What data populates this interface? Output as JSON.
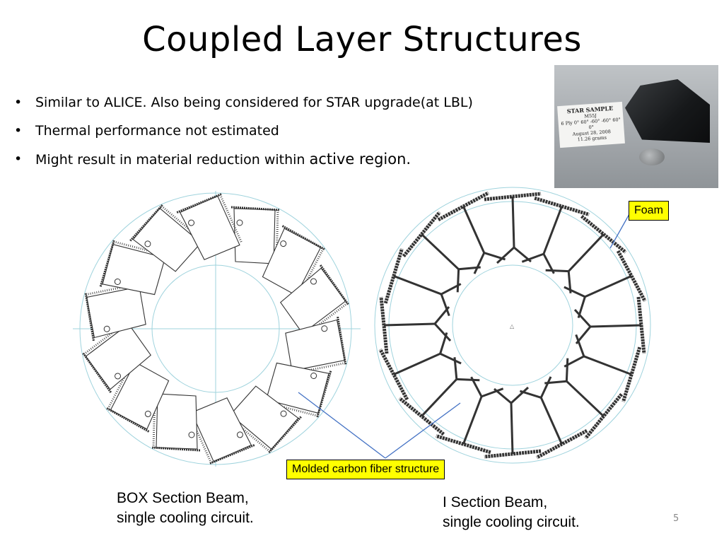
{
  "slide": {
    "title": "Coupled Layer Structures",
    "bullets": [
      {
        "marker": "•",
        "text": "Similar to ALICE. Also being considered for STAR upgrade(at LBL)"
      },
      {
        "marker": "•",
        "text": "Thermal performance not estimated"
      },
      {
        "marker": "•",
        "text_small": "Might result in material reduction within ",
        "text_large": "active region."
      }
    ],
    "photo_card": {
      "line1": "STAR SAMPLE",
      "line2": "M55J",
      "line3": "6 Ply  0° 60° -60° -60° 60° 0°",
      "line4": "August 28, 2008",
      "line5": "11.26 grams"
    },
    "callouts": {
      "foam": "Foam",
      "molded": "Molded carbon fiber structure"
    },
    "captions": {
      "box_line1": "BOX Section Beam,",
      "box_line2": "single cooling circuit.",
      "i_line1": "I Section Beam,",
      "i_line2": "single cooling circuit."
    },
    "page_number": "5"
  }
}
